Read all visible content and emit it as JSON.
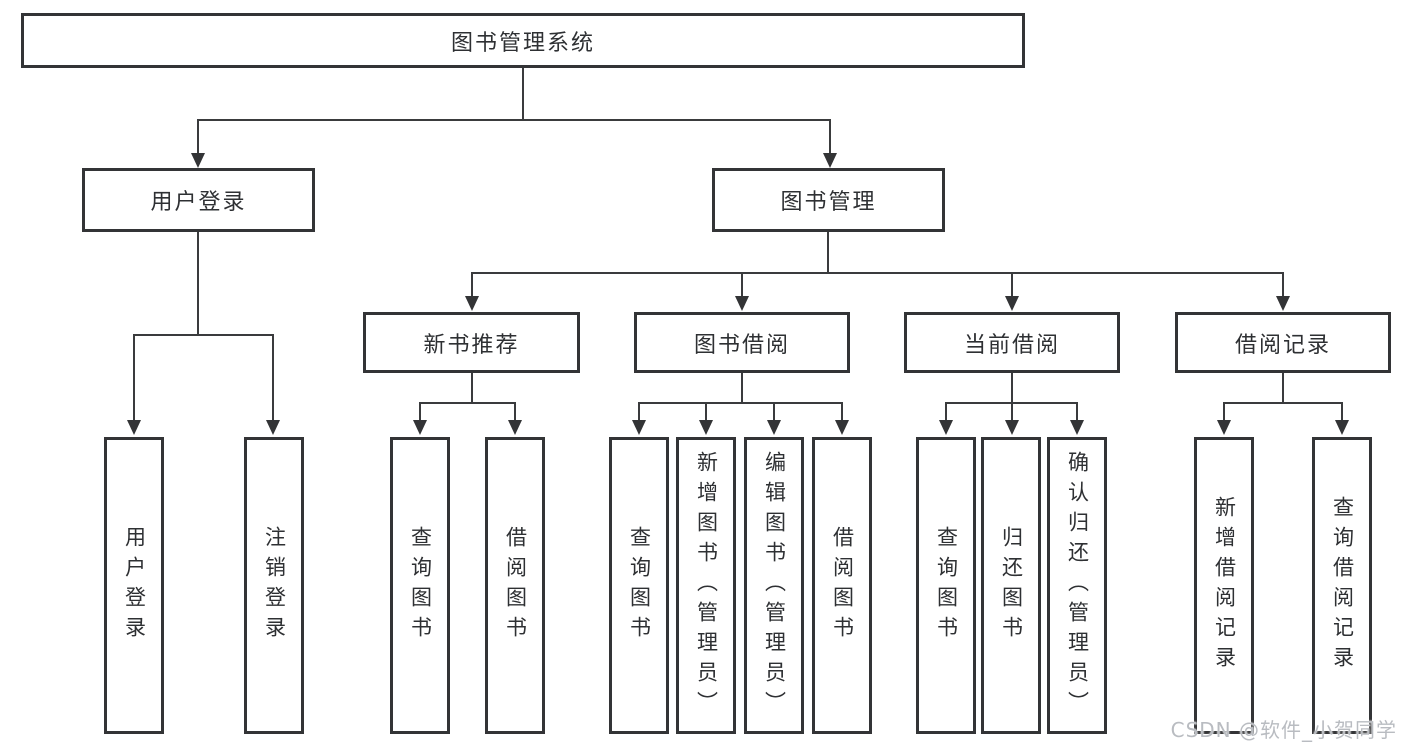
{
  "diagram": {
    "tree": {
      "root": {
        "label": "图书管理系统",
        "children": [
          {
            "label": "用户登录",
            "children": [
              {
                "label": "用户登录"
              },
              {
                "label": "注销登录"
              }
            ]
          },
          {
            "label": "图书管理",
            "children": [
              {
                "label": "新书推荐",
                "children": [
                  {
                    "label": "查询图书"
                  },
                  {
                    "label": "借阅图书"
                  }
                ]
              },
              {
                "label": "图书借阅",
                "children": [
                  {
                    "label": "查询图书"
                  },
                  {
                    "label": "新增图书（管理员）"
                  },
                  {
                    "label": "编辑图书（管理员）"
                  },
                  {
                    "label": "借阅图书"
                  }
                ]
              },
              {
                "label": "当前借阅",
                "children": [
                  {
                    "label": "查询图书"
                  },
                  {
                    "label": "归还图书"
                  },
                  {
                    "label": "确认归还（管理员）"
                  }
                ]
              },
              {
                "label": "借阅记录",
                "children": [
                  {
                    "label": "新增借阅记录"
                  },
                  {
                    "label": "查询借阅记录"
                  }
                ]
              }
            ]
          }
        ]
      }
    },
    "colors": {
      "box_border": "#333436",
      "connector_line": "#3a3b3d",
      "text": "#2e3033",
      "background": "#ffffff",
      "watermark": "#b9bcc1"
    }
  },
  "watermark": {
    "text": "CSDN @软件_小贺同学"
  }
}
